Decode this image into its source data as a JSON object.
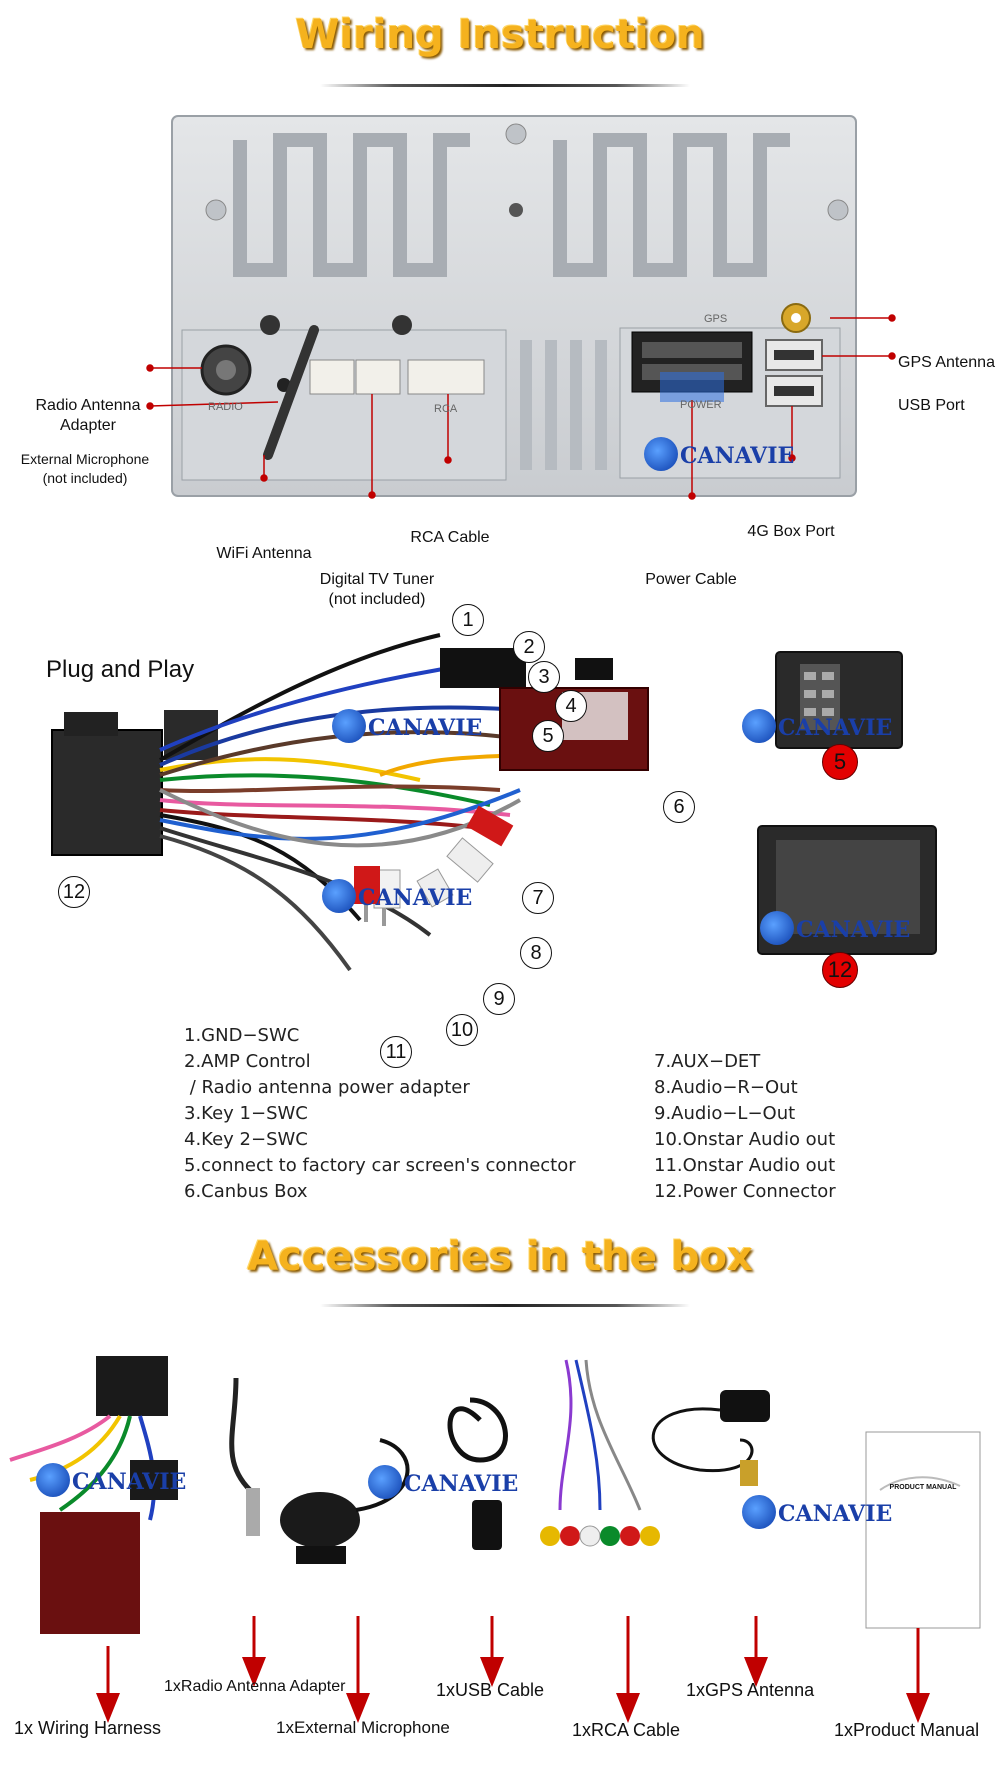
{
  "wiring": {
    "title": "Wiring Instruction",
    "labels": {
      "gps_antenna": "GPS Antenna",
      "usb_port": "USB Port",
      "radio_antenna_adapter": "Radio Antenna\nAdapter",
      "external_microphone": "External Microphone\n(not included)",
      "wifi_antenna": "WiFi Antenna",
      "rca_cable": "RCA Cable",
      "digital_tv_tuner": "Digital TV Tuner\n(not included)",
      "power_cable": "Power Cable",
      "box_port_4g": "4G Box Port"
    },
    "unit_markings": {
      "gps": "GPS",
      "radio": "RADIO",
      "rca": "RCA",
      "power": "POWER"
    }
  },
  "brand": "CANAVIE",
  "plug_and_play": {
    "title": "Plug and Play",
    "numbers": [
      "1",
      "2",
      "3",
      "4",
      "5",
      "6",
      "7",
      "8",
      "9",
      "10",
      "11",
      "12"
    ],
    "connector_badges": [
      "5",
      "12"
    ],
    "list_left": [
      "1.GND−SWC",
      "2.AMP Control",
      " / Radio antenna power adapter",
      "3.Key 1−SWC",
      "4.Key 2−SWC",
      "5.connect to factory car screen's connector",
      "6.Canbus Box"
    ],
    "list_right": [
      "7.AUX−DET",
      "8.Audio−R−Out",
      "9.Audio−L−Out",
      "10.Onstar Audio out",
      "11.Onstar Audio out",
      "12.Power Connector"
    ]
  },
  "accessories": {
    "title": "Accessories in the box",
    "manual_cover": "PRODUCT MANUAL",
    "items": {
      "wiring_harness": "1x Wiring Harness",
      "radio_antenna_adapter": "1xRadio Antenna Adapter",
      "external_microphone": "1xExternal Microphone",
      "usb_cable": "1xUSB Cable",
      "rca_cable": "1xRCA Cable",
      "gps_antenna": "1xGPS Antenna",
      "product_manual": "1xProduct Manual"
    }
  },
  "colors": {
    "heading": "#f5b21e",
    "pointer": "#c00000",
    "brand": "#1a3fa8"
  }
}
